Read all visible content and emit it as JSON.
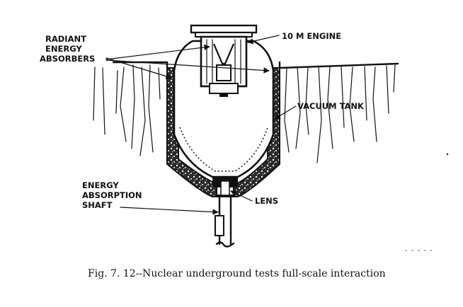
{
  "labels": {
    "radiant_1": "RADIANT",
    "radiant_2": "ENERGY",
    "radiant_3": "ABSORBERS",
    "engine": "10 M ENGINE",
    "vacuum_tank": "VACUUM TANK",
    "shaft_1": "ENERGY",
    "shaft_2": "ABSORPTION",
    "shaft_3": "SHAFT",
    "lens": "LENS"
  },
  "corner_mark": "- - - - -",
  "caption": "Fig. 7. 12--Nuclear underground tests full-scale interaction"
}
